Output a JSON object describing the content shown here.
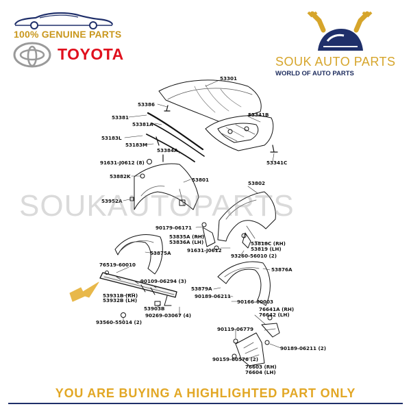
{
  "branding": {
    "genuine_text": "100% GENUINE PARTS",
    "brand_name": "TOYOTA",
    "shop_name": "SOUK AUTO PARTS",
    "shop_tagline": "WORLD OF AUTO PARTS",
    "watermark": "SOUKAUTOPARTS",
    "footer_text": "YOU ARE BUYING A HIGHLIGHTED PART ONLY"
  },
  "colors": {
    "gold": "#d6a52b",
    "brand_red": "#e0101d",
    "navy": "#1f2f6a",
    "highlight_arrow": "#e8b84a"
  },
  "icons": [
    "car-silhouette-icon",
    "toyota-emblem-icon",
    "wrench-car-icon",
    "highlight-arrow-icon"
  ],
  "parts": {
    "p53301": "53301",
    "p53386": "53386",
    "p53381": "53381",
    "p53381a": "53381A",
    "p53341b": "53341B",
    "p53183l": "53183L",
    "p53183m": "53183M",
    "p53384a": "53384A",
    "p53341c": "53341C",
    "p91631a": "91631-J0612 (8)",
    "p53882k": "53882K",
    "p53801": "53801",
    "p53802": "53802",
    "p53952a": "53952A",
    "p90179": "90179-06171",
    "p53835a": "53835A (RH)",
    "p53836a": "53836A (LH)",
    "p53818c": "53818C (RH)",
    "p53819": "53819 (LH)",
    "p53875a": "53875A",
    "p91631b": "91631-J0612",
    "p93260": "93260-56010 (2)",
    "p76519": "76519-60010",
    "p90109": "90109-06294 (3)",
    "p53876a": "53876A",
    "p53931b": "53931B (RH)",
    "p53932b": "53932B (LH)",
    "p53879a": "53879A",
    "p90189a": "90189-06211",
    "p90166": "90166-60003",
    "p53903b": "53903B",
    "p76641a": "76641A (RH)",
    "p76642": "76642 (LH)",
    "p93560": "93560-55014 (2)",
    "p90269": "90269-03067 (4)",
    "p90119": "90119-06779",
    "p90189b": "90189-06211 (2)",
    "p90159": "90159-60576 (2)",
    "p76603": "76603 (RH)",
    "p76604": "76604 (LH)"
  }
}
